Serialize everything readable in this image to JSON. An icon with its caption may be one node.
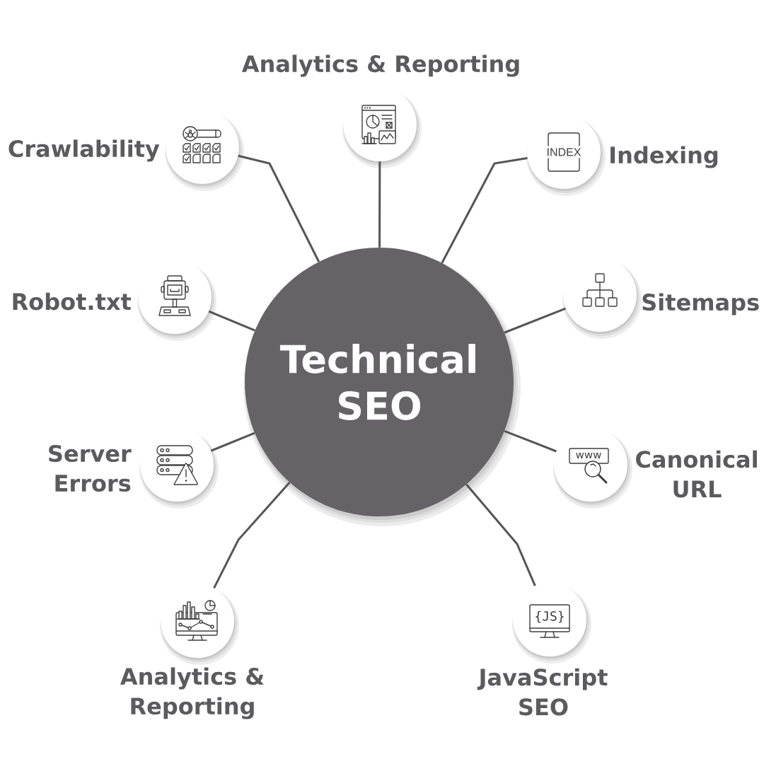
{
  "diagram": {
    "nodes": [
      {
        "text": [
          "Technical SEO"
        ]
      },
      {
        "text": [
          "Analytics & Reporting"
        ]
      },
      {
        "text": [
          "Crawlability"
        ]
      },
      {
        "text": [
          "Indexing"
        ]
      },
      {
        "text": [
          "Robot.txt"
        ]
      },
      {
        "text": [
          "Sitemaps"
        ]
      },
      {
        "text": [
          "Server Errors"
        ]
      },
      {
        "text": [
          "Canonical URL"
        ]
      },
      {
        "text": [
          "Analytics & Reporting"
        ]
      },
      {
        "text": [
          "JavaScript SEO"
        ]
      }
    ],
    "edges": [
      {
        "from": 0,
        "to": 1,
        "arrow": "none"
      },
      {
        "from": 0,
        "to": 2,
        "arrow": "none"
      },
      {
        "from": 0,
        "to": 3,
        "arrow": "none"
      },
      {
        "from": 0,
        "to": 4,
        "arrow": "none"
      },
      {
        "from": 0,
        "to": 5,
        "arrow": "none"
      },
      {
        "from": 0,
        "to": 6,
        "arrow": "none"
      },
      {
        "from": 0,
        "to": 7,
        "arrow": "none"
      },
      {
        "from": 0,
        "to": 8,
        "arrow": "none"
      },
      {
        "from": 0,
        "to": 9,
        "arrow": "none"
      }
    ],
    "labels": [
      "INDEX",
      "www",
      "{JS}"
    ]
  }
}
